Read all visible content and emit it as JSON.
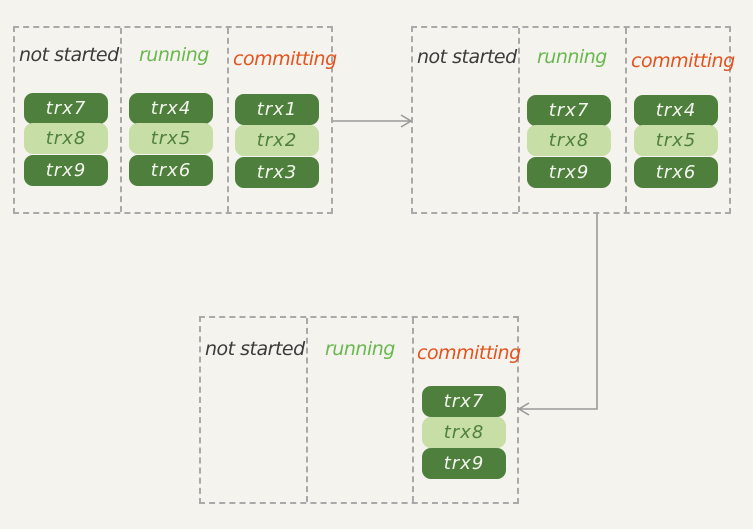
{
  "column_labels": {
    "not_started": "not started",
    "running": "running",
    "committing": "committing"
  },
  "stage1": {
    "not_started": [
      "trx7",
      "trx8",
      "trx9"
    ],
    "running": [
      "trx4",
      "trx5",
      "trx6"
    ],
    "committing": [
      "trx1",
      "trx2",
      "trx3"
    ]
  },
  "stage2": {
    "not_started": [],
    "running": [
      "trx7",
      "trx8",
      "trx9"
    ],
    "committing": [
      "trx4",
      "trx5",
      "trx6"
    ]
  },
  "stage3": {
    "not_started": [],
    "running": [],
    "committing": [
      "trx7",
      "trx8",
      "trx9"
    ]
  },
  "colors": {
    "dark_green": "#4f7f3c",
    "light_green": "#c7dea6",
    "running_label": "#69b84f",
    "committing_label": "#e2541f",
    "dashed_border": "#a9a9a9",
    "arrow": "#9a9a9a"
  }
}
